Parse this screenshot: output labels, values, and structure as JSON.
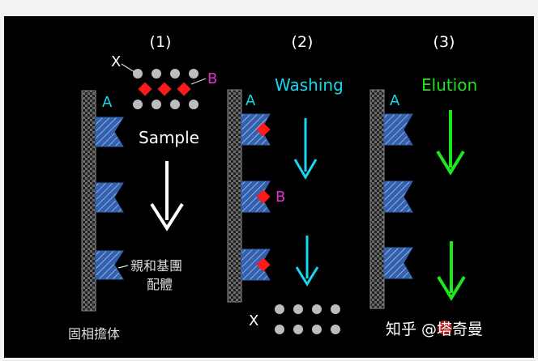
{
  "colors": {
    "background": "#000000",
    "frame": "#f2f2f2",
    "blue": "#3461ad",
    "red": "#ff1a1a",
    "cyan": "#18d8f0",
    "green": "#1ee61e",
    "magenta": "#e033c8",
    "gray": "#bdbdbd",
    "white": "#ffffff"
  },
  "panels": [
    {
      "number": "(1)",
      "label": "Sample",
      "label_color": "#ffffff",
      "arrow_color": "#ffffff"
    },
    {
      "number": "(2)",
      "label": "Washing",
      "label_color": "#18d8f0",
      "arrow_color": "#18d8f0"
    },
    {
      "number": "(3)",
      "label": "Elution",
      "label_color": "#1ee61e",
      "arrow_color": "#1ee61e"
    }
  ],
  "labels": {
    "a1": "A",
    "a2": "A",
    "a3": "A",
    "x_top": "X",
    "b_top": "B",
    "b_bound": "B",
    "x_bottom": "X",
    "ligand_line1": "親和基團",
    "ligand_line2": "配體",
    "support": "固相擔体"
  },
  "watermark": {
    "text": "知乎 @塔奇曼"
  }
}
